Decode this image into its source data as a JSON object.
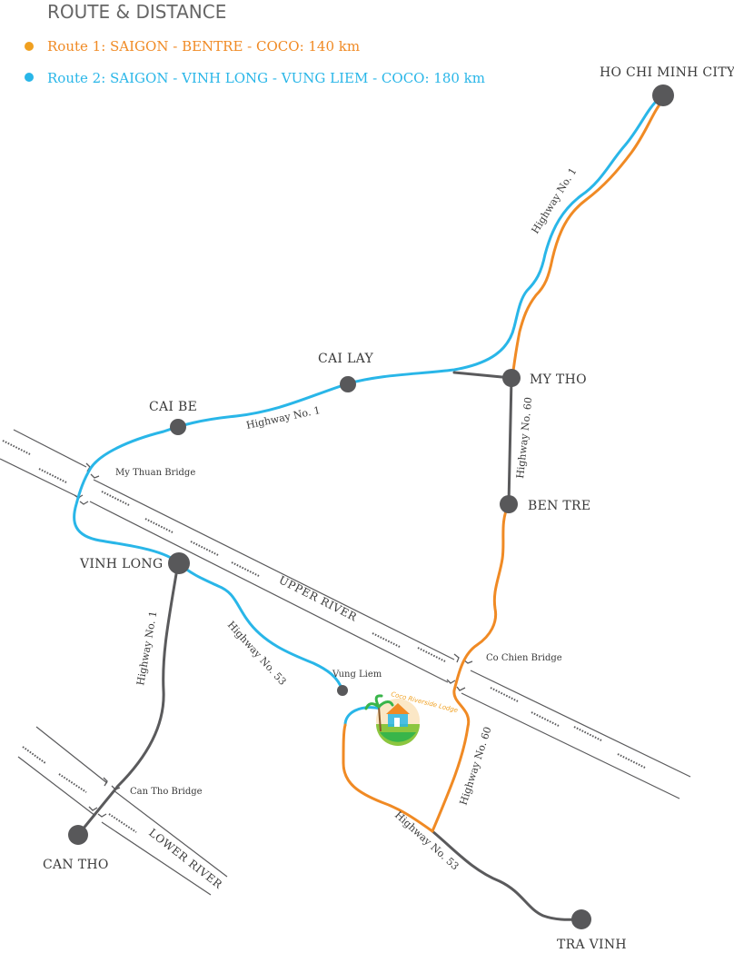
{
  "header": {
    "title": "ROUTE & DISTANCE"
  },
  "legend": [
    {
      "label": "Route 1: SAIGON - BENTRE - COCO: 140 km",
      "color": "#f08a24"
    },
    {
      "label": "Route 2: SAIGON - VINH LONG - VUNG LIEM - COCO: 180 km",
      "color": "#29b6e8"
    }
  ],
  "colors": {
    "route1": "#f08a24",
    "route2": "#29b6e8",
    "road": "#5a5a5c",
    "river_line": "#5a5a5c"
  },
  "cities": {
    "hcmc": "HO CHI MINH CITY",
    "my_tho": "MY THO",
    "cai_lay": "CAI LAY",
    "cai_be": "CAI BE",
    "ben_tre": "BEN TRE",
    "vinh_long": "VINH LONG",
    "vung_liem": "Vung Liem",
    "can_tho": "CAN THO",
    "tra_vinh": "TRA VINH"
  },
  "bridges": {
    "my_thuan": "My Thuan Bridge",
    "co_chien": "Co Chien Bridge",
    "can_tho": "Can Tho Bridge"
  },
  "roads": {
    "hw1_north": "Highway No. 1",
    "hw1_mid": "Highway No. 1",
    "hw1_west": "Highway No. 1",
    "hw60_north": "Highway No. 60",
    "hw60_south": "Highway No. 60",
    "hw53_north": "Highway No. 53",
    "hw53_south": "Highway No. 53"
  },
  "rivers": {
    "upper": "UPPER RIVER",
    "lower": "LOWER RIVER"
  },
  "logo": {
    "text": "Coco Riverside Lodge",
    "icon": "palm-lodge-logo-icon"
  }
}
